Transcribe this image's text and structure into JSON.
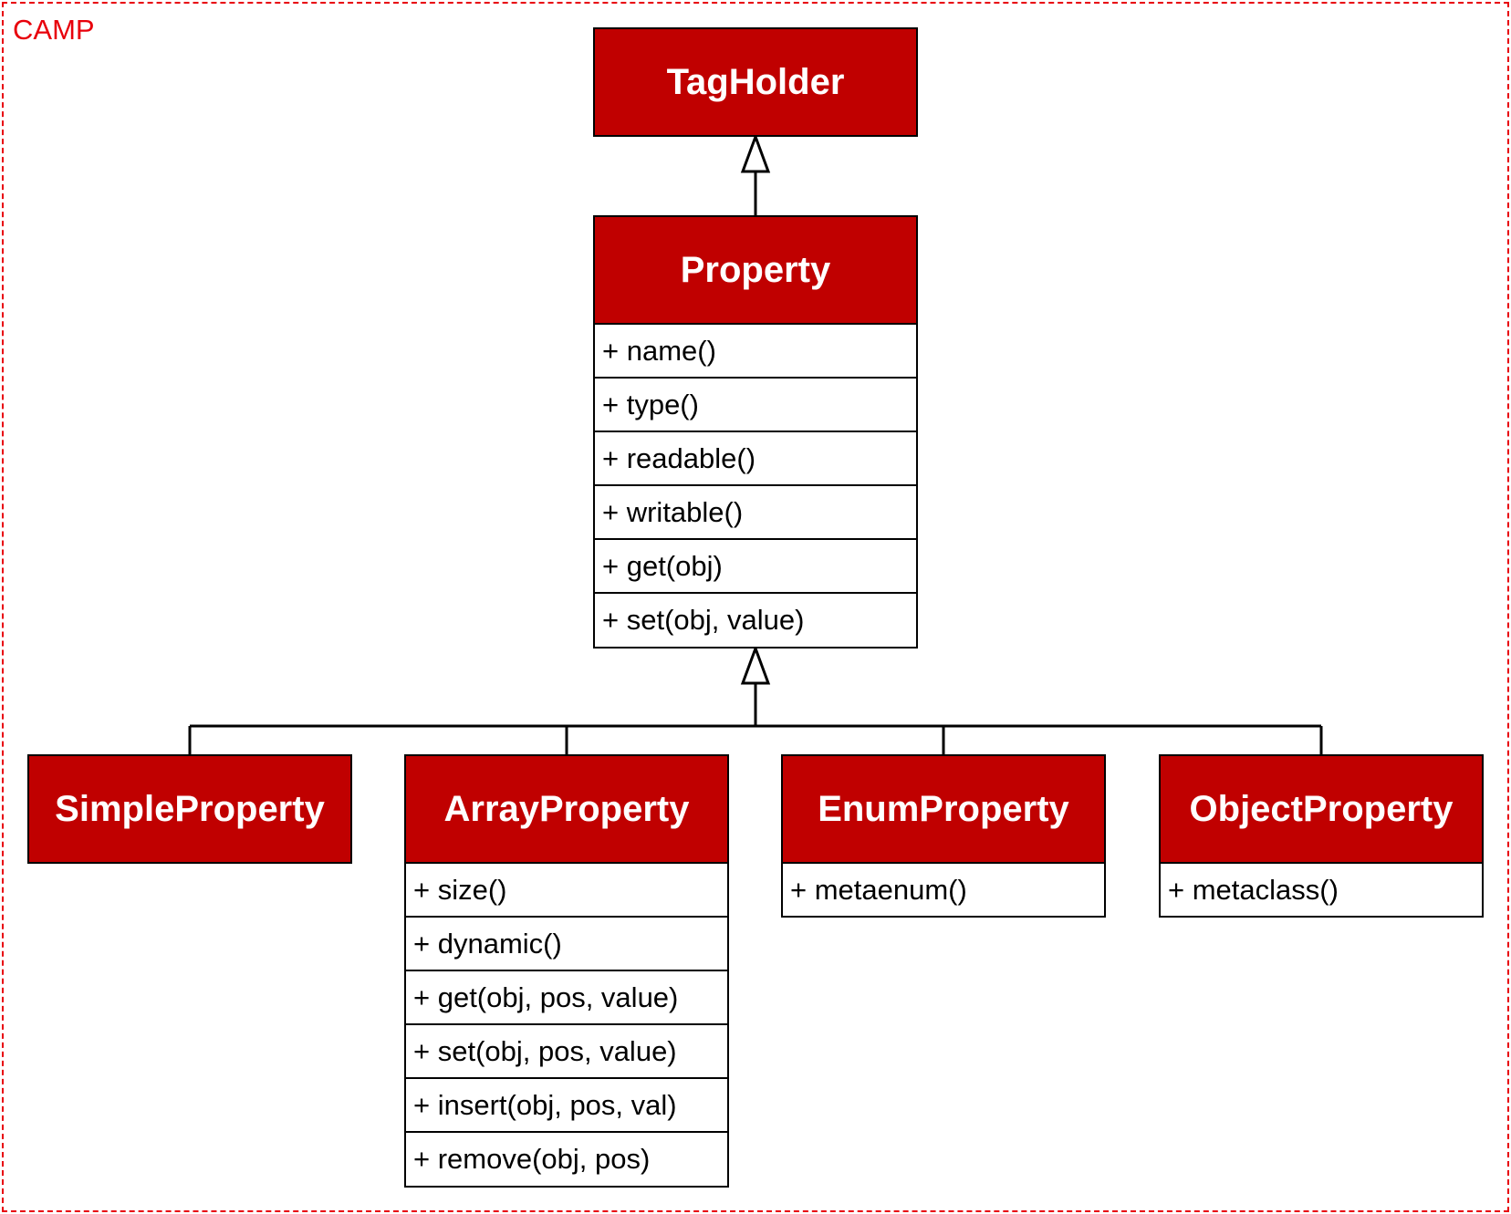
{
  "diagram": {
    "package_label": "CAMP",
    "colors": {
      "frame": "#e8000b",
      "header_fill": "#c00000",
      "header_text": "#ffffff",
      "line": "#000000"
    },
    "classes": {
      "tagholder": {
        "name": "TagHolder",
        "methods": []
      },
      "property": {
        "name": "Property",
        "methods": [
          "+ name()",
          "+ type()",
          "+ readable()",
          "+ writable()",
          "+ get(obj)",
          "+ set(obj, value)"
        ]
      },
      "simple_property": {
        "name": "SimpleProperty",
        "methods": []
      },
      "array_property": {
        "name": "ArrayProperty",
        "methods": [
          "+ size()",
          "+ dynamic()",
          "+ get(obj, pos, value)",
          "+ set(obj, pos, value)",
          "+ insert(obj, pos, val)",
          "+ remove(obj, pos)"
        ]
      },
      "enum_property": {
        "name": "EnumProperty",
        "methods": [
          "+ metaenum()"
        ]
      },
      "object_property": {
        "name": "ObjectProperty",
        "methods": [
          "+ metaclass()"
        ]
      }
    },
    "relations": [
      {
        "type": "generalization",
        "from": "Property",
        "to": "TagHolder"
      },
      {
        "type": "generalization",
        "from": "SimpleProperty",
        "to": "Property"
      },
      {
        "type": "generalization",
        "from": "ArrayProperty",
        "to": "Property"
      },
      {
        "type": "generalization",
        "from": "EnumProperty",
        "to": "Property"
      },
      {
        "type": "generalization",
        "from": "ObjectProperty",
        "to": "Property"
      }
    ]
  }
}
